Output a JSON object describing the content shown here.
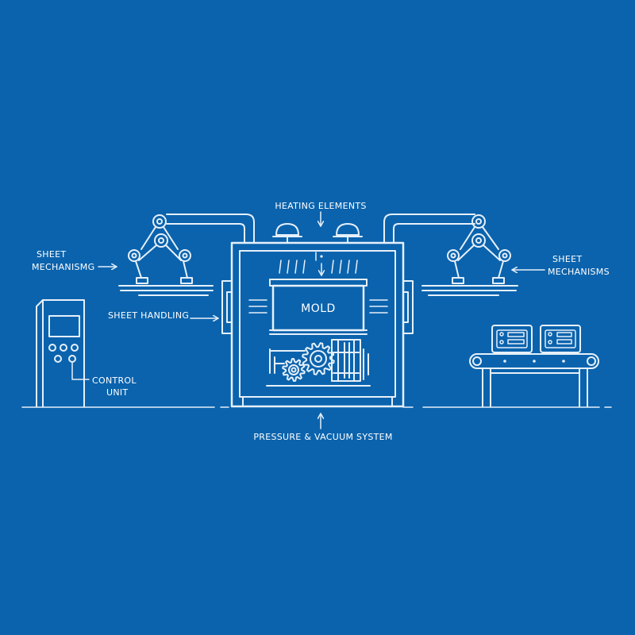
{
  "colors": {
    "background": "#0b63ad",
    "line": "#e6f0fa",
    "text": "#ffffff"
  },
  "labels": {
    "heating_elements": "HEATING ELEMENTS",
    "sheet_mechanism_left_line1": "SHEET",
    "sheet_mechanism_left_line2": "MECHANISMG",
    "sheet_mechanism_right_line1": "SHEET",
    "sheet_mechanism_right_line2": "MECHANISMS",
    "sheet_handling": "SHEET HANDLING",
    "mold": "MOLD",
    "control_unit_line1": "CONTROL",
    "control_unit_line2": "UNIT",
    "pressure_vacuum": "PRESSURE & VACUUM SYSTEM"
  },
  "icons": [
    "robotic-arm-icon",
    "heater-dome-icon",
    "gear-icon",
    "control-cabinet-icon",
    "conveyor-belt-icon",
    "arrow-icon"
  ]
}
